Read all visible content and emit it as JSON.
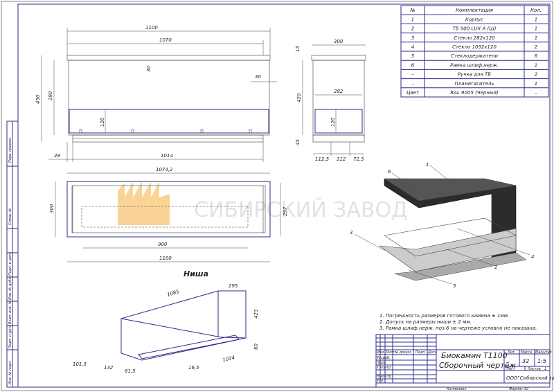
{
  "spec_table": {
    "headers": [
      "№",
      "Комплектация",
      "Кол."
    ],
    "rows": [
      [
        "1",
        "Корпус",
        "1"
      ],
      [
        "2",
        "ТБ 900 LUX A (Ш)",
        "1"
      ],
      [
        "3",
        "Стекло 282х120",
        "1"
      ],
      [
        "4",
        "Стекло 1052х120",
        "2"
      ],
      [
        "5",
        "Стеклодержатели",
        "6"
      ],
      [
        "6",
        "Рамка шлиф.нерж.",
        "1"
      ],
      [
        "–",
        "Ручка для ТБ",
        "2"
      ],
      [
        "–",
        "Пламегаситель",
        "1"
      ],
      [
        "Цвет",
        "RAL 9005 (Черный)",
        "–"
      ]
    ]
  },
  "front_view_dims": [
    "1100",
    "1070",
    "30",
    "450",
    "390",
    "30",
    "120",
    "28",
    "1014"
  ],
  "side_view_dims": [
    "300",
    "15",
    "420",
    "282",
    "120",
    "45",
    "112,5",
    "112",
    "72,5"
  ],
  "plan_view_dims": [
    "1074,2",
    "300",
    "297",
    "900",
    "1100"
  ],
  "niche": {
    "title": "Ниша",
    "dims": [
      "1085",
      "295",
      "423",
      "60",
      "101,5",
      "132",
      "61,5",
      "16,5",
      "1034"
    ]
  },
  "callouts": [
    "1",
    "2",
    "3",
    "4",
    "5",
    "6"
  ],
  "watermark": "СИБИРСКИЙ ЗАВОД",
  "notes": [
    "1. Погрешность размеров готового камина ± 1мм.",
    "2. Допуск на размеры ниши ± 2 мм.",
    "3. Рамка шлиф.нерж. поз.6 на чертеже условно не показана."
  ],
  "title_block": {
    "name_line1": "Биокамин T1100",
    "name_line2": "Сборочный чертёж",
    "col_headers": [
      "Изм.",
      "Лист",
      "№ докум.",
      "Подп.",
      "Дата"
    ],
    "roles": [
      "Разраб.",
      "Пров.",
      "Т.контр.",
      "Н.контр.",
      "Утв."
    ],
    "lit_label": "Лит.",
    "mass_label": "Масса",
    "scale_label": "Масштаб",
    "mass": "32",
    "scale": "1:5",
    "sheet_label": "Лист",
    "sheets_label": "Листов",
    "sheets": "1",
    "company": "ООО\"Сибирский завод\"",
    "copied": "Копировал",
    "format": "Формат  A2"
  },
  "side_stamp": [
    "Перв. примен.",
    "Справ. №",
    "Подп. и дата",
    "Инв. № дубл.",
    "Взам. инв. №",
    "Подп. и дата",
    "Инв. № подл."
  ]
}
